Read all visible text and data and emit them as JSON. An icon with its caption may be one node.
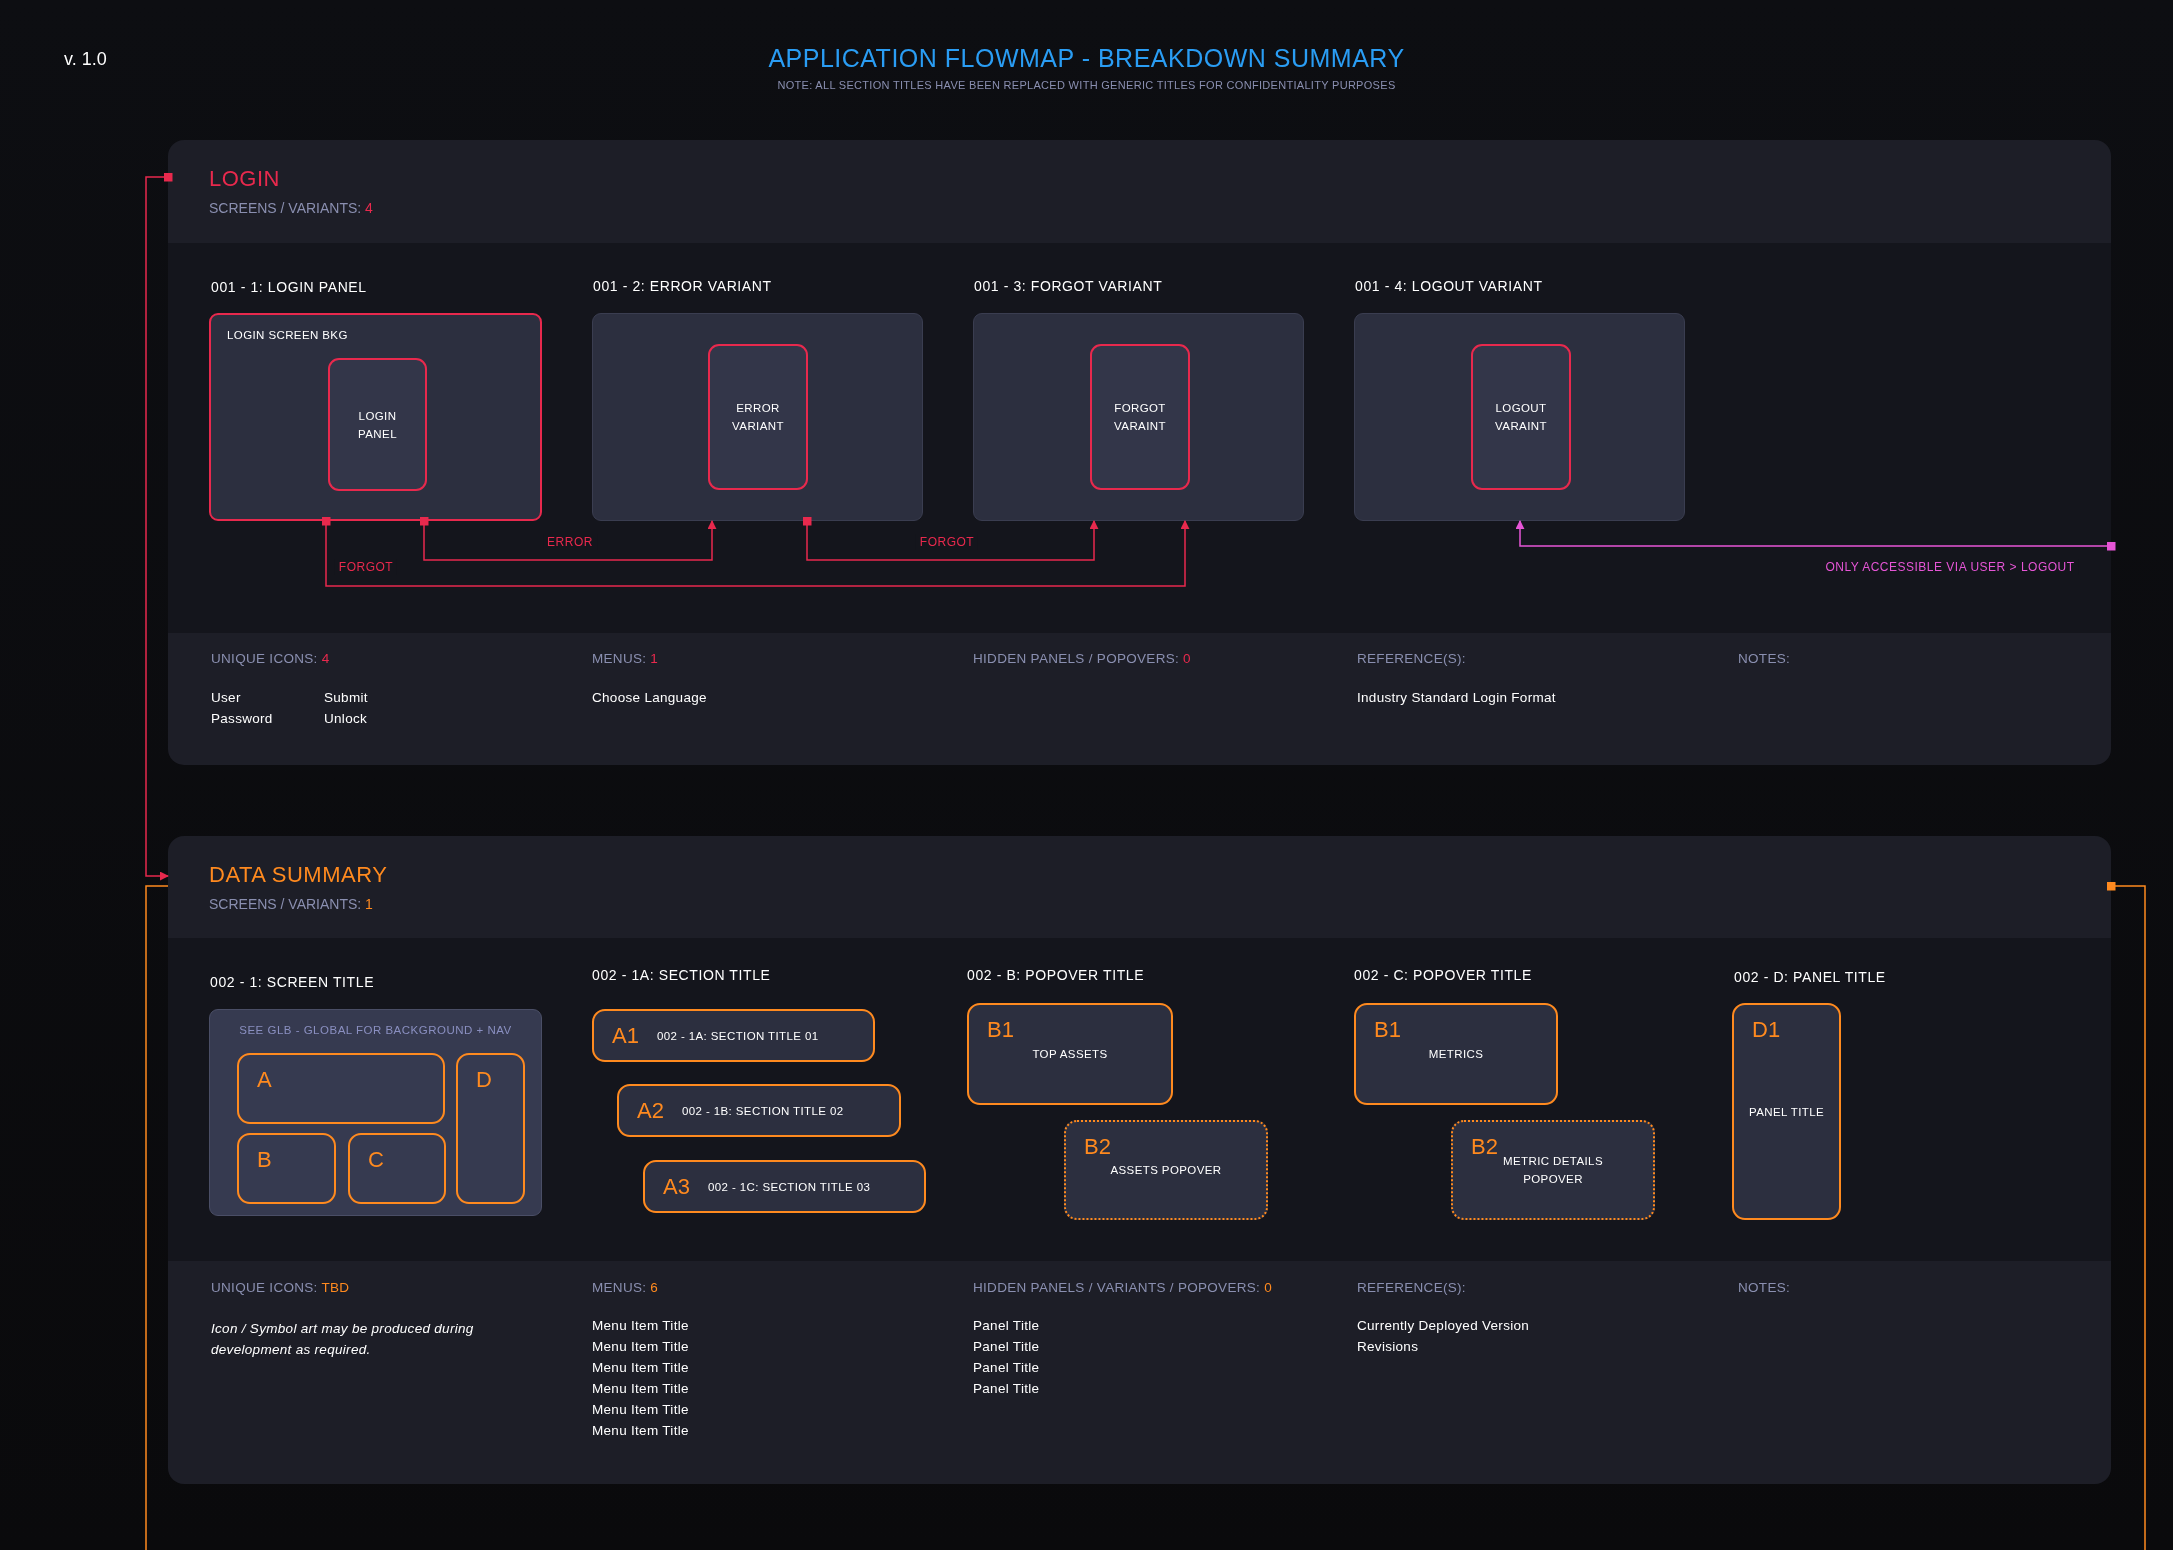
{
  "diagram": {
    "nodes": [
      {
        "text": [
          "LOGIN",
          "SCREENS / VARIANTS: **4**"
        ]
      },
      {
        "text": [
          "001 - 1: LOGIN PANEL",
          "LOGIN SCREEN BKG"
        ],
        "in": 0
      },
      {
        "text": [
          "LOGIN PANEL"
        ],
        "in": 1
      },
      {
        "text": [
          "001 - 2: ERROR VARIANT"
        ],
        "in": 0
      },
      {
        "text": [
          "ERROR VARIANT"
        ],
        "in": 3
      },
      {
        "text": [
          "001 - 3: FORGOT VARIANT"
        ],
        "in": 0
      },
      {
        "text": [
          "FORGOT VARAINT"
        ],
        "in": 5
      },
      {
        "text": [
          "001 - 4: LOGOUT VARIANT"
        ],
        "in": 0
      },
      {
        "text": [
          "LOGOUT VARAINT"
        ],
        "in": 7
      },
      {
        "text": [
          "DATA SUMMARY",
          "SCREENS / VARIANTS: **1**"
        ]
      },
      {
        "text": [
          "002 - 1: SCREEN TITLE",
          "SEE GLB - GLOBAL FOR BACKGROUND + NAV"
        ],
        "in": 9
      },
      {
        "text": [
          "A"
        ],
        "in": 10
      },
      {
        "text": [
          "D"
        ],
        "in": 10
      },
      {
        "text": [
          "B"
        ],
        "in": 10
      },
      {
        "text": [
          "C"
        ],
        "in": 10
      },
      {
        "text": [
          "A1",
          "002 - 1A: SECTION TITLE 01"
        ],
        "in": 9
      },
      {
        "text": [
          "A2",
          "002 - 1B: SECTION TITLE 02"
        ],
        "in": 9
      },
      {
        "text": [
          "A3",
          "002 - 1C: SECTION TITLE 03"
        ],
        "in": 9
      },
      {
        "text": [
          "B1",
          "TOP ASSETS"
        ],
        "in": 9
      },
      {
        "text": [
          "B2",
          "ASSETS POPOVER"
        ],
        "in": 9
      },
      {
        "text": [
          "B1",
          "METRICS"
        ],
        "in": 9
      },
      {
        "text": [
          "B2",
          "METRIC DETAILS POPOVER"
        ],
        "in": 9
      },
      {
        "text": [
          "002 - D: PANEL TITLE",
          "D1",
          "PANEL TITLE"
        ],
        "in": 9
      }
    ],
    "edges": [
      {
        "from": 1,
        "to": 3,
        "arrow": "to",
        "label": "ERROR"
      },
      {
        "from": 1,
        "to": 5,
        "arrow": "to",
        "label": "FORGOT"
      },
      {
        "from": 3,
        "to": 5,
        "arrow": "to",
        "label": "FORGOT"
      },
      {
        "from": null,
        "to": 7,
        "arrow": "to",
        "label": "ONLY ACCESSIBLE VIA USER > LOGOUT",
        "color": "#e655d6"
      },
      {
        "from": 0,
        "to": 9,
        "arrow": "to"
      },
      {
        "from": 9,
        "to": null,
        "arrow": "none",
        "color": "#ff8a1f"
      },
      {
        "from": 9,
        "to": null,
        "arrow": "other",
        "color": "#ff8a1f"
      }
    ],
    "labels": [
      "v. 1.0",
      "APPLICATION FLOWMAP - BREAKDOWN SUMMARY",
      "NOTE: ALL SECTION TITLES HAVE BEEN REPLACED WITH GENERIC TITLES FOR CONFIDENTIALITY PURPOSES",
      "002 - 1A: SECTION TITLE",
      "002 - B: POPOVER TITLE",
      "002 - C: POPOVER TITLE",
      "UNIQUE ICONS: **4**",
      "MENUS: **1**",
      "HIDDEN PANELS / POPOVERS: **0**",
      "REFERENCE(S):",
      "NOTES:",
      "User",
      "Submit",
      "Choose Language",
      "Industry Standard Login Format",
      "Password",
      "Unlock",
      "UNIQUE ICONS: **TBD**",
      "MENUS: **6**",
      "HIDDEN PANELS / VARIANTS / POPOVERS: **0**",
      "REFERENCE(S):",
      "NOTES:",
      "Icon / Symbol art may be produced during development as required.",
      "Menu Item Title",
      "Panel Title",
      "Currently Deployed Version",
      "Menu Item Title",
      "Panel Title",
      "Revisions",
      "Menu Item Title",
      "Panel Title",
      "Menu Item Title",
      "Panel Title",
      "Menu Item Title",
      "Menu Item Title"
    ]
  }
}
